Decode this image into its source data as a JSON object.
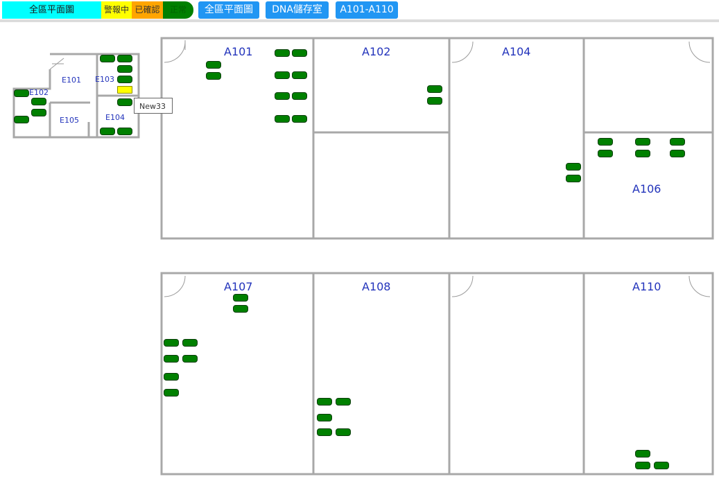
{
  "legend": {
    "title": "全區平面圖",
    "alarm": "警報中",
    "acknowledged": "已確認",
    "normal": "正常"
  },
  "nav": {
    "all_floorplan": "全區平面圖",
    "dna_storage": "DNA儲存室",
    "a_range": "A101-A110"
  },
  "mini_map": {
    "rooms": [
      "E101",
      "E102",
      "E103",
      "E104",
      "E105"
    ],
    "tooltip": "New33"
  },
  "rooms": [
    "A101",
    "A102",
    "A104",
    "A106",
    "A107",
    "A108",
    "A110"
  ],
  "colors": {
    "alarm": "#ffff00",
    "acknowledged": "#ffa500",
    "normal": "#008000",
    "title": "#00ffff",
    "button": "#2196f3"
  }
}
